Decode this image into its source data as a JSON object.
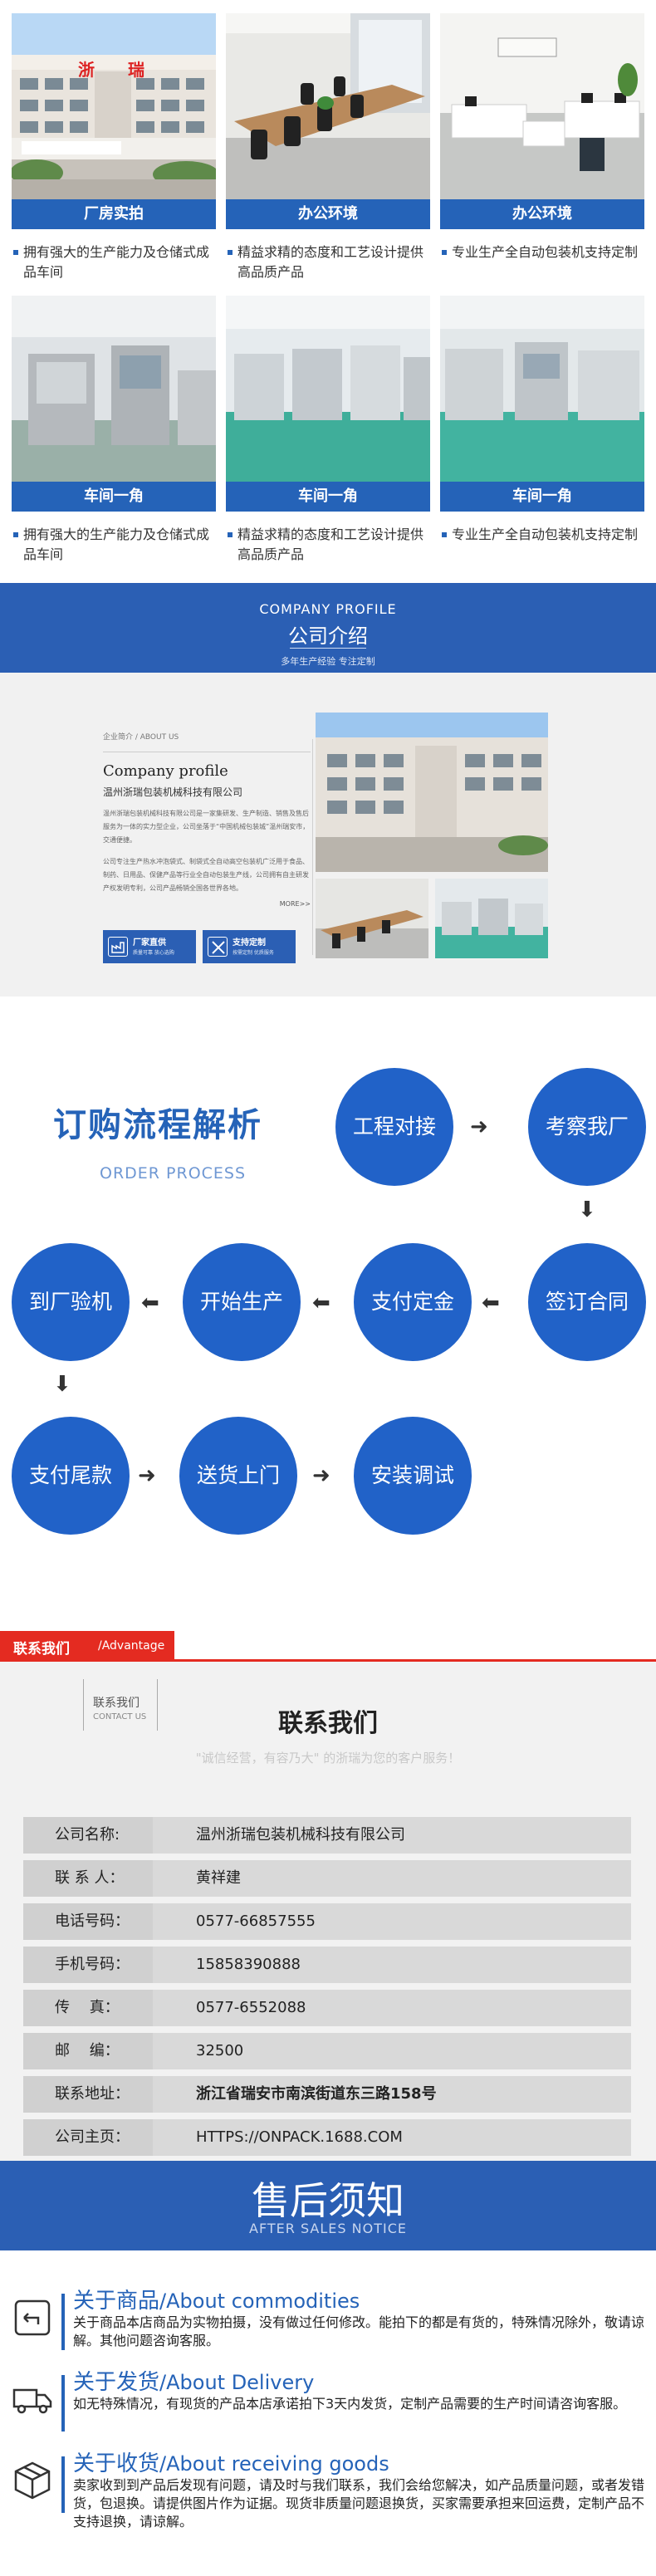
{
  "gallery": {
    "row1": [
      {
        "title": "厂房实拍",
        "desc": "拥有强大的生产能力及仓储式成品车间"
      },
      {
        "title": "办公环境",
        "desc": "精益求精的态度和工艺设计提供高品质产品"
      },
      {
        "title": "办公环境",
        "desc": "专业生产全自动包装机支持定制"
      }
    ],
    "row2": [
      {
        "title": "车间一角",
        "desc": "拥有强大的生产能力及仓储式成品车间"
      },
      {
        "title": "车间一角",
        "desc": "精益求精的态度和工艺设计提供高品质产品"
      },
      {
        "title": "车间一角",
        "desc": "专业生产全自动包装机支持定制"
      }
    ],
    "factory_sign": "浙瑞"
  },
  "company_profile": {
    "title_en": "COMPANY PROFILE",
    "title_cn": "公司介绍",
    "subtitle": "多年生产经验 专注定制",
    "crumb": "企业简介 / ABOUT US",
    "heading": "Company profile",
    "company_name": "温州浙瑞包装机械科技有限公司",
    "para1": "温州浙瑞包装机械科技有限公司是一家集研发、生产制造、销售及售后服务为一体的实力型企业，公司坐落于“中国机械包装城”温州瑞安市，交通便捷。",
    "para2": "公司专注生产热水冲泡袋式、制袋式全自动高空包装机广泛用于食品、制药、日用品、保健产品等行业全自动包装生产线，公司拥有自主研发产权发明专利，公司产品畅销全国各世界各地。",
    "more": "MORE>>",
    "badges": [
      {
        "title": "厂家直供",
        "sub": "质量可靠 放心选购"
      },
      {
        "title": "支持定制",
        "sub": "按需定制 优质服务"
      }
    ]
  },
  "order_process": {
    "title": "订购流程解析",
    "title_en": "ORDER PROCESS",
    "steps": [
      "工程对接",
      "考察我厂",
      "签订合同",
      "支付定金",
      "开始生产",
      "到厂验机",
      "支付尾款",
      "送货上门",
      "安装调试"
    ]
  },
  "contact": {
    "tab_cn": "联系我们",
    "tab_en": "/Advantage",
    "small_cn": "联系我们",
    "small_en": "CONTACT US",
    "title": "联系我们",
    "slogan": "\"诚信经营，有容乃大\" 的浙瑞为您的客户服务！",
    "rows": [
      {
        "label": "公司名称:",
        "value": "温州浙瑞包装机械科技有限公司"
      },
      {
        "label": "联 系 人：",
        "value": "黄祥建"
      },
      {
        "label": "电话号码：",
        "value": "0577-66857555"
      },
      {
        "label": "手机号码：",
        "value": "15858390888"
      },
      {
        "label": "传　 真：",
        "value": "0577-6552088"
      },
      {
        "label": "邮　 编：",
        "value": "32500"
      },
      {
        "label": "联系地址：",
        "value": "浙江省瑞安市南滨街道东三路158号"
      },
      {
        "label": "公司主页：",
        "value": "HTTPS://ONPACK.1688.COM"
      }
    ]
  },
  "after_sales": {
    "title_cn": "售后须知",
    "title_en": "AFTER SALES NOTICE",
    "items": [
      {
        "cn": "关于商品",
        "en": "/About commodities",
        "text": "关于商品本店商品为实物拍摄，没有做过任何修改。能拍下的都是有货的，特殊情况除外，敬请谅解。其他问题咨询客服。",
        "icon": "return-box-icon"
      },
      {
        "cn": "关于发货",
        "en": "/About Delivery",
        "text": "如无特殊情况，有现货的产品本店承诺拍下3天内发货，定制产品需要的生产时间请咨询客服。",
        "icon": "delivery-truck-icon"
      },
      {
        "cn": "关于收货",
        "en": "/About receiving goods",
        "text": "卖家收到到产品后发现有问题，请及时与我们联系，我们会给您解决，如产品质量问题，或者发错货，包退换。请提供图片作为证据。现货非质量问题退换货，买家需要承担来回运费，定制产品不支持退换，请谅解。",
        "icon": "package-box-icon"
      }
    ]
  },
  "colors": {
    "brand_blue": "#2563b8",
    "accent_red": "#e42b21",
    "circle_blue": "#2162c8"
  }
}
